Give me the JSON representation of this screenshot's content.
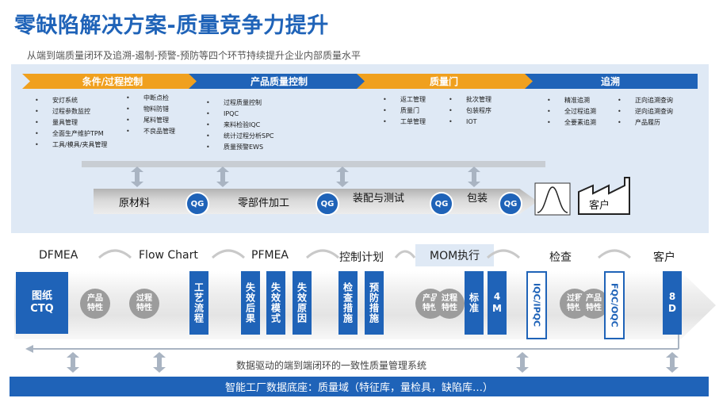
{
  "title": "零缺陷解决方案-质量竞争力提升",
  "subtitle": "从端到端质量闭环及追溯-遏制-预警-预防等四个环节持续提升企业内部质量水平",
  "top_section": {
    "headers": [
      "条件/过程控制",
      "产品质量控制",
      "质量门",
      "追溯"
    ],
    "col1a": [
      "安灯系统",
      "过程参数监控",
      "量具管理",
      "全面生产维护TPM",
      "工具/模具/夹具管理"
    ],
    "col1b": [
      "中断点检",
      "物料防错",
      "尾料管理",
      "不良品管理"
    ],
    "col2": [
      "过程质量控制",
      "IPQC",
      "来料检验IQC",
      "统计过程分析SPC",
      "质量预警EWS"
    ],
    "col3a": [
      "返工管理",
      "质量门",
      "工单管理"
    ],
    "col3b": [
      "批次管理",
      "包装程序",
      "IOT"
    ],
    "col4a": [
      "精准追溯",
      "全过程追溯",
      "全要素追溯"
    ],
    "col4b": [
      "正向追溯查询",
      "逆向追溯查询",
      "产品履历"
    ]
  },
  "flow": {
    "steps": [
      "原材料",
      "零部件加工",
      "装配与测试",
      "包装"
    ],
    "qg": "QG",
    "customer": "客户"
  },
  "stages": [
    "DFMEA",
    "Flow Chart",
    "PFMEA",
    "控制计划",
    "MOM执行",
    "检查",
    "客户"
  ],
  "process": {
    "drawing": "图纸\nCTQ",
    "product_char": "产品\n特性",
    "process_char": "过程\n特性",
    "process_flow": "工艺流程",
    "failure_result": "失效后果",
    "failure_mode": "失效模式",
    "failure_cause": "失效原因",
    "inspection": "检查措施",
    "prevention": "预防措施",
    "standard": "标准",
    "four_m": "4M",
    "iqc": "IQC/IPQC",
    "fqc": "FQC/OQC",
    "eight_d": "8D"
  },
  "data_loop": "数据驱动的端到端闭环的一致性质量管理系统",
  "bottom_bar": "智能工厂数据底座：质量域（特征库，量检具，缺陷库…）",
  "colors": {
    "blue": "#1f63b8",
    "orange": "#f0a01e",
    "grey": "#9c9c9c"
  },
  "icons": [
    "updown-arrow-icon",
    "bell-curve-icon",
    "factory-icon",
    "cycle-arrow-icon"
  ]
}
